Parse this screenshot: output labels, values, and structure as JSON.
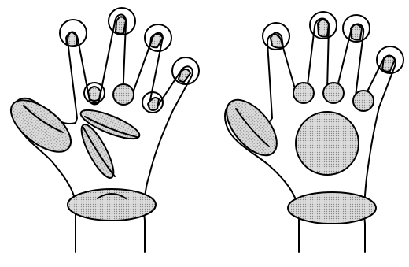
{
  "figure": {
    "description_free": true,
    "panels": [
      {
        "id": "left-hand",
        "regions": [
          "fingertips",
          "finger-bases",
          "thumb-pad",
          "palm-diagonal-patches",
          "wrist-band"
        ]
      },
      {
        "id": "right-hand",
        "regions": [
          "fingertips",
          "finger-bases",
          "thumb-pad",
          "palm-circle",
          "wrist-band"
        ]
      }
    ],
    "colors": {
      "stroke": "#000000",
      "shade_dot": "#9a9a9a",
      "shade_bg": "#dcdcdc",
      "background": "#ffffff"
    }
  }
}
